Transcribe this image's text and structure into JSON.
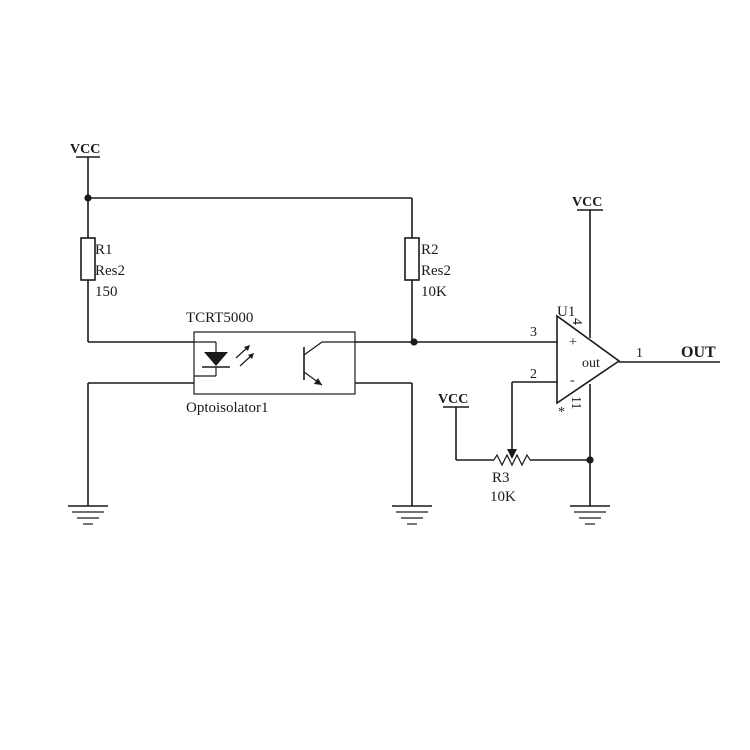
{
  "power": {
    "vcc_label": "VCC"
  },
  "r1": {
    "designator": "R1",
    "type": "Res2",
    "value": "150"
  },
  "r2": {
    "designator": "R2",
    "type": "Res2",
    "value": "10K"
  },
  "r3": {
    "designator": "R3",
    "value": "10K"
  },
  "optoisolator": {
    "part": "TCRT5000",
    "designator": "Optoisolator1"
  },
  "opamp": {
    "designator": "U1",
    "output_label": "out",
    "plus_sign": "+",
    "minus_sign": "-",
    "pin_noninverting": "3",
    "pin_inverting": "2",
    "pin_output": "1",
    "pin_vcc": "4",
    "pin_gnd": "11",
    "star": "*"
  },
  "net_output": "OUT"
}
